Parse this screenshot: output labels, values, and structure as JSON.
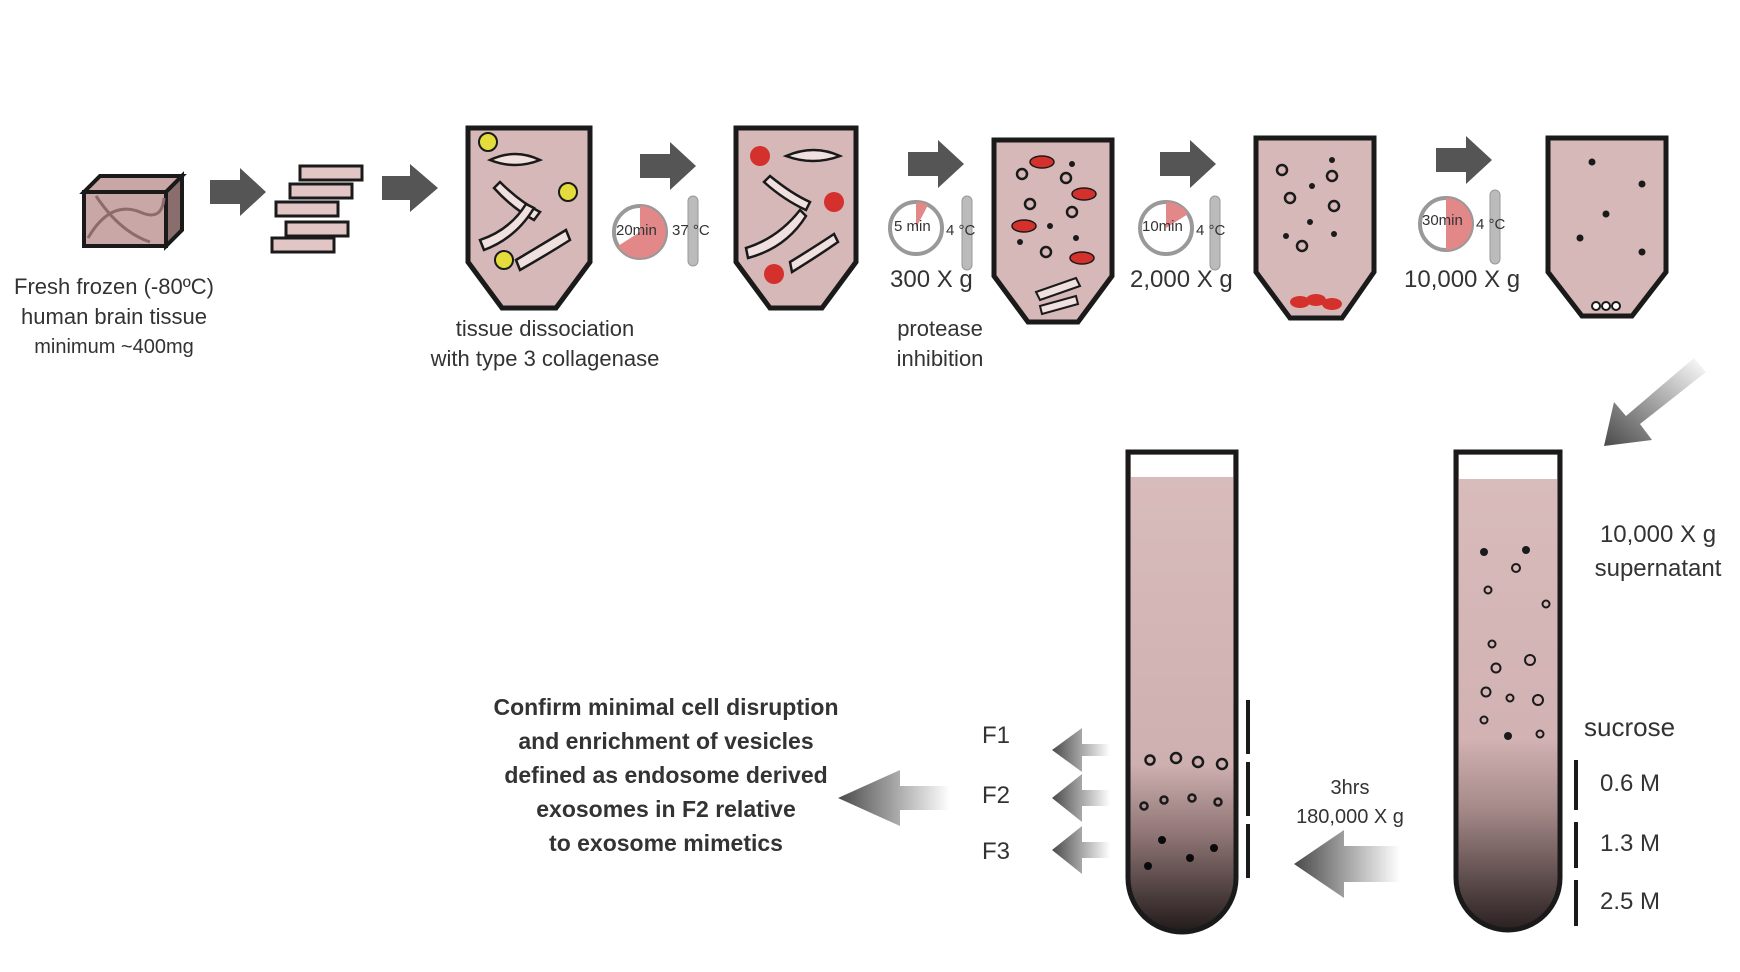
{
  "labels": {
    "tissue": [
      "Fresh frozen (-80ºC)",
      "human brain tissue",
      "minimum ~400mg"
    ],
    "dissociation": [
      "tissue dissociation",
      "with type 3 collagenase"
    ],
    "protease": [
      "protease",
      "inhibition"
    ],
    "supernatant": [
      "10,000 X g",
      "supernatant"
    ],
    "sucrose": "sucrose",
    "conc": [
      "0.6 M",
      "1.3 M",
      "2.5 M"
    ],
    "spin": [
      "3hrs",
      "180,000 X g"
    ],
    "fractions": [
      "F1",
      "F2",
      "F3"
    ],
    "confirm": [
      "Confirm minimal cell disruption",
      "and enrichment of vesicles",
      "defined as endosome derived",
      "exosomes in  F2 relative",
      "to exosome mimetics"
    ]
  },
  "steps": [
    {
      "time": "20min",
      "temp": "37 °C",
      "speed": ""
    },
    {
      "time": "5 min",
      "temp": "4 °C",
      "speed": "300 X g"
    },
    {
      "time": "10min",
      "temp": "4 °C",
      "speed": "2,000 X g"
    },
    {
      "time": "30min",
      "temp": "4 °C",
      "speed": "10,000 X g"
    }
  ],
  "colors": {
    "fluid": "#d6b8b8",
    "outline": "#1a1a1a",
    "arrow": "#555555",
    "red": "#d4302c",
    "yellow": "#e4dc3c",
    "bead": "#3a8a5a"
  }
}
